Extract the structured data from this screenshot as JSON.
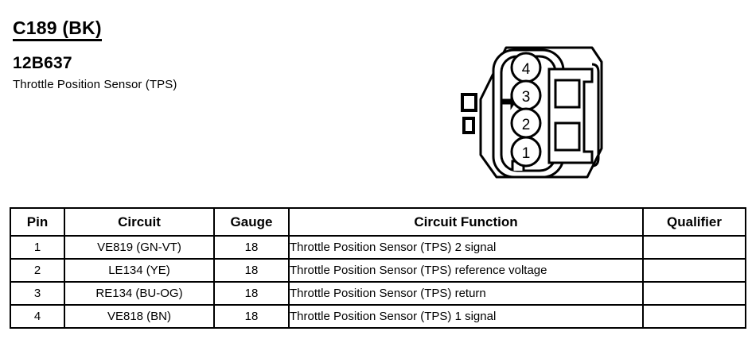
{
  "connector": {
    "id": "C189 (BK)",
    "part_number": "12B637",
    "description": "Throttle Position Sensor (TPS)"
  },
  "diagram": {
    "name": "connector-face-view",
    "cavity_count": 4,
    "pin_labels": [
      "4",
      "3",
      "2",
      "1"
    ],
    "keying_marker": "alignment-arrow"
  },
  "table": {
    "headers": {
      "pin": "Pin",
      "circuit": "Circuit",
      "gauge": "Gauge",
      "function": "Circuit Function",
      "qualifier": "Qualifier"
    },
    "rows": [
      {
        "pin": "1",
        "circuit": "VE819 (GN-VT)",
        "gauge": "18",
        "function": "Throttle Position Sensor (TPS) 2 signal",
        "qualifier": ""
      },
      {
        "pin": "2",
        "circuit": "LE134 (YE)",
        "gauge": "18",
        "function": "Throttle Position Sensor (TPS) reference voltage",
        "qualifier": ""
      },
      {
        "pin": "3",
        "circuit": "RE134 (BU-OG)",
        "gauge": "18",
        "function": "Throttle Position Sensor (TPS) return",
        "qualifier": ""
      },
      {
        "pin": "4",
        "circuit": "VE818 (BN)",
        "gauge": "18",
        "function": "Throttle Position Sensor (TPS) 1 signal",
        "qualifier": ""
      }
    ]
  },
  "colors": {
    "ink": "#000000",
    "paper": "#ffffff"
  }
}
